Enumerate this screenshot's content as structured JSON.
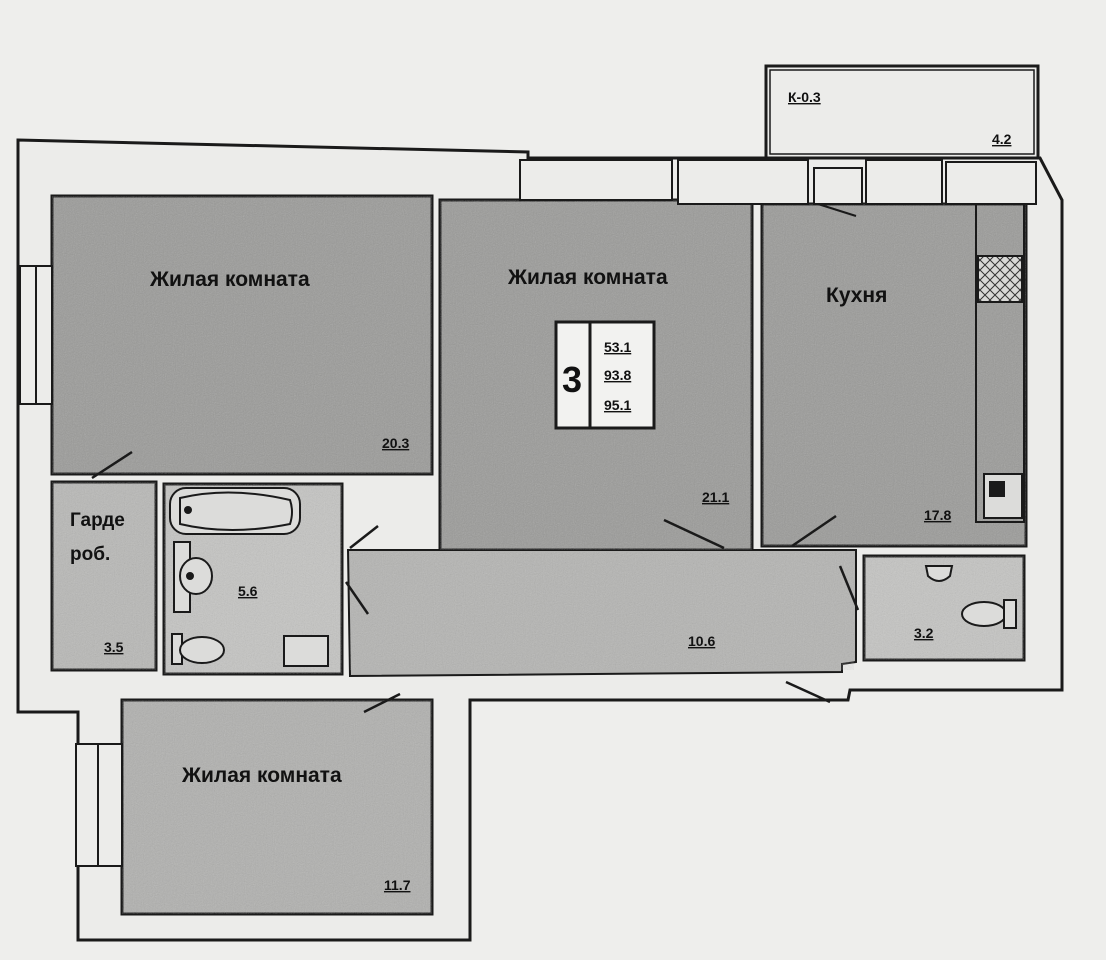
{
  "balcony": {
    "coef": "К-0.3",
    "area": "4.2"
  },
  "rooms": {
    "living_1": {
      "name": "Жилая комната",
      "area": "20.3"
    },
    "living_2": {
      "name": "Жилая комната",
      "area": "21.1"
    },
    "kitchen": {
      "name": "Кухня",
      "area": "17.8"
    },
    "wardrobe": {
      "name_line1": "Гарде",
      "name_line2": "роб.",
      "area": "3.5"
    },
    "bathroom": {
      "area": "5.6"
    },
    "hallway": {
      "area": "10.6"
    },
    "toilet": {
      "area": "3.2"
    },
    "living_3": {
      "name": "Жилая комната",
      "area": "11.7"
    }
  },
  "summary": {
    "room_count": "3",
    "living_area": "53.1",
    "total_area": "93.8",
    "total_area_with_balcony": "95.1"
  },
  "colors": {
    "wall": "#ececea",
    "outline": "#1a1a1a",
    "room_fill": "#9a9a98",
    "hall_fill": "#b4b4b2",
    "wet_fill": "#c4c4c2",
    "paper": "#eeeeec"
  }
}
